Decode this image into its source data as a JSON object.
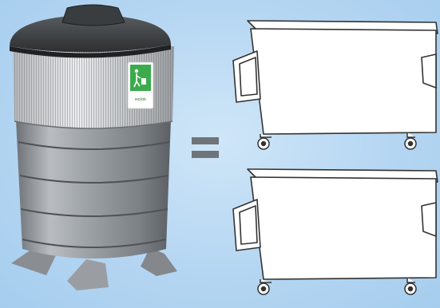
{
  "illustration": {
    "left_object": {
      "type": "underground-waste-container-bin",
      "badge": {
        "icon": "recycling-person-icon",
        "label": "моlok",
        "accent_color": "#39a84a"
      }
    },
    "relation": {
      "symbol": "equals-sign",
      "color": "#6f7478"
    },
    "right_objects": [
      {
        "type": "wheeled-dumpster",
        "icon": "dumpster-icon"
      },
      {
        "type": "wheeled-dumpster",
        "icon": "dumpster-icon"
      }
    ]
  }
}
